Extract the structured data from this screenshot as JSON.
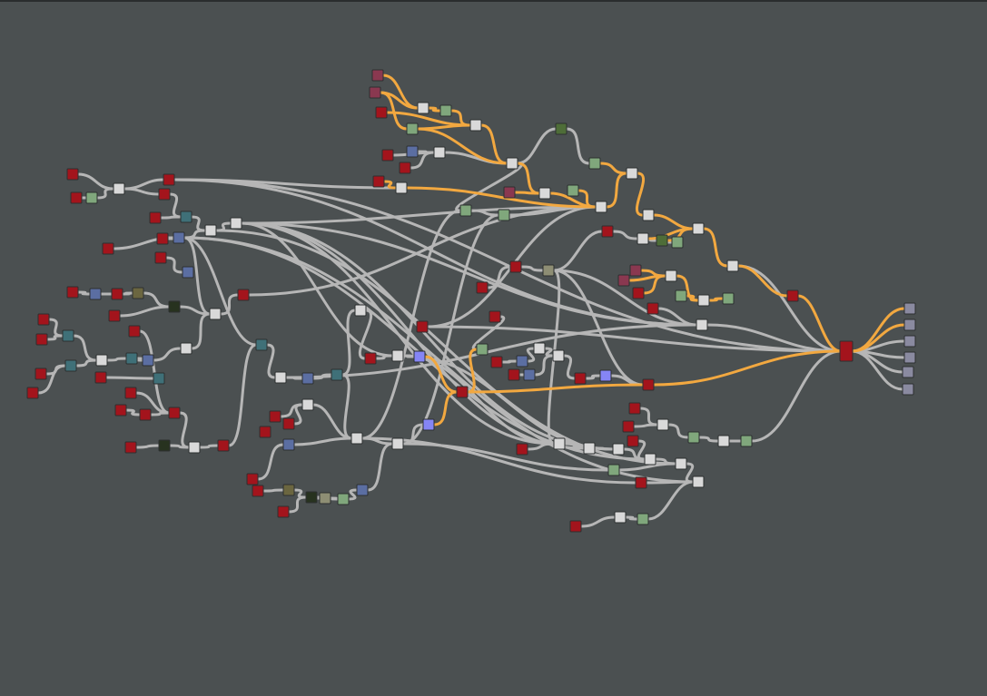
{
  "colors": {
    "background": "#4b5051",
    "edge": "#b6b6b6",
    "edge_selected": "#f2a840",
    "r": "#a3141c",
    "w": "#d9d9d9",
    "g": "#80a77c",
    "dg": "#4e6d38",
    "b": "#5b6ea2",
    "t": "#3f7078",
    "p": "#8a3850",
    "v": "#8585f5",
    "o": "#6b6640",
    "k": "#27321f",
    "gy": "#8e8e74",
    "s": "#8a8aa0"
  },
  "nodes": {
    "1": "r",
    "2": "r",
    "3": "g",
    "4": "w",
    "5": "r",
    "6": "r",
    "7": "r",
    "8": "t",
    "9": "w",
    "10": "w",
    "11": "r",
    "12": "b",
    "13": "r",
    "14": "r",
    "15": "b",
    "16": "r",
    "17": "b",
    "18": "r",
    "19": "o",
    "20": "k",
    "21": "r",
    "22": "w",
    "23": "r",
    "24": "r",
    "25": "t",
    "26": "t",
    "27": "r",
    "28": "r",
    "29": "w",
    "30": "t",
    "31": "b",
    "32": "r",
    "33": "t",
    "34": "w",
    "35": "r",
    "36": "r",
    "37": "r",
    "38": "r",
    "39": "r",
    "40": "r",
    "41": "k",
    "42": "w",
    "43": "r",
    "44": "r",
    "45": "t",
    "46": "w",
    "47": "b",
    "48": "t",
    "49": "w",
    "50": "r",
    "51": "r",
    "52": "r",
    "53": "b",
    "54": "w",
    "55": "w",
    "56": "r",
    "57": "r",
    "58": "o",
    "59": "k",
    "60": "gy",
    "61": "g",
    "62": "b",
    "63": "r",
    "64": "w",
    "65": "r",
    "66": "w",
    "67": "v",
    "68": "r",
    "69": "v",
    "70": "r",
    "71": "g",
    "72": "b",
    "73": "r",
    "74": "r",
    "75": "b",
    "76": "w",
    "77": "w",
    "78": "r",
    "79": "v",
    "80": "r",
    "81": "r",
    "82": "r",
    "83": "r",
    "84": "gy",
    "85": "g",
    "86": "g",
    "87": "p",
    "88": "p",
    "89": "r",
    "90": "w",
    "91": "g",
    "92": "g",
    "93": "w",
    "94": "r",
    "95": "b",
    "96": "w",
    "97": "r",
    "98": "w",
    "99": "r",
    "100": "w",
    "101": "p",
    "102": "w",
    "103": "g",
    "104": "w",
    "105": "dg",
    "106": "g",
    "107": "w",
    "108": "w",
    "109": "r",
    "110": "w",
    "111": "dg",
    "112": "g",
    "113": "w",
    "114": "w",
    "115": "r",
    "116": "p",
    "117": "p",
    "118": "r",
    "119": "w",
    "120": "g",
    "121": "w",
    "122": "g",
    "123": "r",
    "124": "w",
    "125": "r",
    "126": "r",
    "127": "w",
    "128": "w",
    "129": "w",
    "130": "r",
    "131": "r",
    "132": "r",
    "133": "w",
    "134": "g",
    "135": "w",
    "136": "g",
    "137": "w",
    "138": "g",
    "139": "w",
    "140": "r",
    "141": "w",
    "142": "r",
    "143": "w",
    "144": "g",
    "o1": "s",
    "o2": "s",
    "o3": "s",
    "o4": "s",
    "o5": "s",
    "o6": "s"
  },
  "edges": [
    [
      1,
      4,
      0
    ],
    [
      2,
      3,
      0
    ],
    [
      3,
      4,
      0
    ],
    [
      4,
      5,
      0
    ],
    [
      4,
      6,
      0
    ],
    [
      5,
      100,
      0
    ],
    [
      5,
      124,
      0
    ],
    [
      5,
      125,
      0
    ],
    [
      6,
      8,
      0
    ],
    [
      7,
      8,
      0
    ],
    [
      8,
      9,
      0
    ],
    [
      9,
      10,
      0
    ],
    [
      10,
      124,
      0
    ],
    [
      10,
      129,
      0
    ],
    [
      10,
      128,
      0
    ],
    [
      10,
      127,
      0
    ],
    [
      10,
      104,
      0
    ],
    [
      11,
      12,
      0
    ],
    [
      12,
      9,
      0
    ],
    [
      13,
      12,
      0
    ],
    [
      14,
      15,
      0
    ],
    [
      12,
      22,
      0
    ],
    [
      12,
      45,
      0
    ],
    [
      16,
      17,
      0
    ],
    [
      17,
      18,
      0
    ],
    [
      18,
      19,
      0
    ],
    [
      19,
      20,
      0
    ],
    [
      21,
      20,
      0
    ],
    [
      20,
      22,
      0
    ],
    [
      22,
      44,
      0
    ],
    [
      44,
      104,
      0
    ],
    [
      23,
      25,
      0
    ],
    [
      24,
      25,
      0
    ],
    [
      25,
      29,
      0
    ],
    [
      26,
      29,
      0
    ],
    [
      27,
      26,
      0
    ],
    [
      28,
      26,
      0
    ],
    [
      29,
      30,
      0
    ],
    [
      30,
      31,
      0
    ],
    [
      32,
      33,
      0
    ],
    [
      31,
      34,
      0
    ],
    [
      34,
      22,
      0
    ],
    [
      35,
      39,
      0
    ],
    [
      36,
      39,
      0
    ],
    [
      37,
      38,
      0
    ],
    [
      38,
      39,
      0
    ],
    [
      39,
      42,
      0
    ],
    [
      40,
      41,
      0
    ],
    [
      41,
      42,
      0
    ],
    [
      42,
      43,
      0
    ],
    [
      43,
      45,
      0
    ],
    [
      45,
      46,
      0
    ],
    [
      46,
      47,
      0
    ],
    [
      47,
      48,
      0
    ],
    [
      48,
      64,
      0
    ],
    [
      64,
      65,
      0
    ],
    [
      46,
      124,
      0
    ],
    [
      49,
      54,
      0
    ],
    [
      50,
      49,
      0
    ],
    [
      51,
      49,
      0
    ],
    [
      53,
      54,
      0
    ],
    [
      54,
      55,
      0
    ],
    [
      55,
      69,
      0
    ],
    [
      56,
      53,
      0
    ],
    [
      57,
      58,
      0
    ],
    [
      58,
      59,
      0
    ],
    [
      59,
      60,
      0
    ],
    [
      60,
      61,
      0
    ],
    [
      61,
      62,
      0
    ],
    [
      62,
      55,
      0
    ],
    [
      63,
      59,
      0
    ],
    [
      55,
      86,
      0
    ],
    [
      54,
      85,
      0
    ],
    [
      65,
      66,
      0
    ],
    [
      66,
      67,
      0
    ],
    [
      70,
      104,
      0
    ],
    [
      70,
      125,
      0
    ],
    [
      72,
      76,
      0
    ],
    [
      73,
      72,
      0
    ],
    [
      74,
      75,
      0
    ],
    [
      75,
      77,
      0
    ],
    [
      76,
      77,
      0
    ],
    [
      77,
      78,
      0
    ],
    [
      78,
      79,
      0
    ],
    [
      79,
      80,
      0
    ],
    [
      82,
      83,
      0
    ],
    [
      83,
      84,
      0
    ],
    [
      84,
      109,
      0
    ],
    [
      84,
      124,
      0
    ],
    [
      84,
      80,
      0
    ],
    [
      84,
      127,
      0
    ],
    [
      86,
      104,
      0
    ],
    [
      85,
      86,
      0
    ],
    [
      12,
      137,
      0
    ],
    [
      12,
      141,
      0
    ],
    [
      9,
      139,
      0
    ],
    [
      126,
      127,
      0
    ],
    [
      127,
      128,
      0
    ],
    [
      128,
      129,
      0
    ],
    [
      129,
      137,
      0
    ],
    [
      130,
      137,
      0
    ],
    [
      137,
      139,
      0
    ],
    [
      139,
      141,
      0
    ],
    [
      140,
      141,
      0
    ],
    [
      131,
      133,
      0
    ],
    [
      132,
      133,
      0
    ],
    [
      133,
      134,
      0
    ],
    [
      134,
      135,
      0
    ],
    [
      135,
      136,
      0
    ],
    [
      136,
      125,
      0
    ],
    [
      142,
      143,
      0
    ],
    [
      143,
      144,
      0
    ],
    [
      144,
      141,
      0
    ],
    [
      138,
      139,
      0
    ],
    [
      55,
      138,
      0
    ],
    [
      54,
      140,
      0
    ],
    [
      123,
      124,
      0
    ],
    [
      124,
      125,
      0
    ],
    [
      109,
      110,
      0
    ],
    [
      110,
      111,
      0
    ],
    [
      111,
      112,
      0
    ],
    [
      94,
      96,
      0
    ],
    [
      95,
      96,
      0
    ],
    [
      97,
      96,
      0
    ],
    [
      96,
      98,
      0
    ],
    [
      98,
      85,
      0
    ],
    [
      105,
      106,
      0
    ],
    [
      98,
      105,
      0
    ],
    [
      81,
      71,
      0
    ],
    [
      66,
      127,
      0
    ],
    [
      66,
      129,
      0
    ],
    [
      48,
      54,
      0
    ],
    [
      114,
      125,
      0
    ],
    [
      10,
      66,
      0
    ],
    [
      87,
      90,
      1
    ],
    [
      88,
      90,
      1
    ],
    [
      88,
      92,
      1
    ],
    [
      89,
      93,
      1
    ],
    [
      90,
      91,
      1
    ],
    [
      91,
      93,
      1
    ],
    [
      92,
      93,
      1
    ],
    [
      93,
      98,
      1
    ],
    [
      92,
      98,
      1
    ],
    [
      99,
      100,
      1
    ],
    [
      100,
      104,
      1
    ],
    [
      98,
      102,
      1
    ],
    [
      101,
      102,
      1
    ],
    [
      102,
      104,
      1
    ],
    [
      103,
      104,
      1
    ],
    [
      104,
      107,
      1
    ],
    [
      106,
      107,
      1
    ],
    [
      107,
      108,
      1
    ],
    [
      108,
      113,
      1
    ],
    [
      110,
      113,
      1
    ],
    [
      111,
      113,
      1
    ],
    [
      113,
      114,
      1
    ],
    [
      114,
      115,
      1
    ],
    [
      115,
      125,
      1
    ],
    [
      116,
      119,
      1
    ],
    [
      117,
      119,
      1
    ],
    [
      119,
      121,
      1
    ],
    [
      120,
      121,
      1
    ],
    [
      121,
      122,
      1
    ],
    [
      118,
      119,
      1
    ],
    [
      67,
      68,
      1
    ],
    [
      69,
      68,
      1
    ],
    [
      68,
      71,
      1
    ],
    [
      68,
      80,
      1
    ],
    [
      80,
      125,
      1
    ],
    [
      "125",
      "o1",
      1
    ],
    [
      "125",
      "o2",
      1
    ],
    [
      "125",
      "o3",
      0
    ],
    [
      "125",
      "o4",
      0
    ],
    [
      "125",
      "o5",
      0
    ],
    [
      "125",
      "o6",
      0
    ]
  ]
}
